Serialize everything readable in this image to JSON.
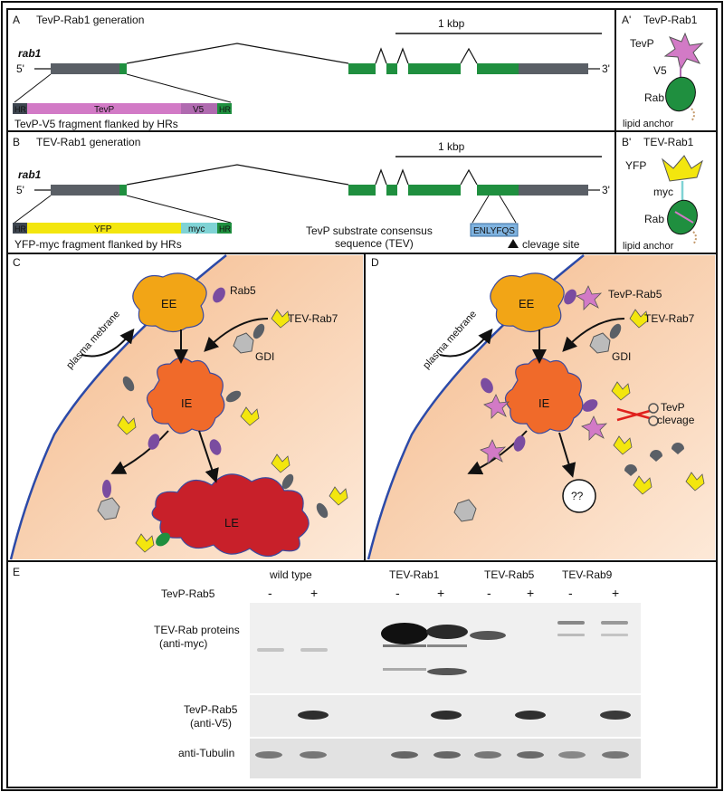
{
  "panelA": {
    "letter": "A",
    "title": "TevP-Rab1 generation",
    "gene": "rab1",
    "five": "5'",
    "three": "3'",
    "scale": "1 kbp",
    "insert": {
      "hr_left": "HR",
      "tag": "TevP",
      "tag2": "V5",
      "hr_right": "HR"
    },
    "caption": "TevP-V5 fragment flanked by HRs"
  },
  "panelA2": {
    "letter": "A'",
    "title": "TevP-Rab1",
    "tevp": "TevP",
    "v5": "V5",
    "rab": "Rab",
    "anchor": "lipid anchor"
  },
  "panelB": {
    "letter": "B",
    "title": "TEV-Rab1 generation",
    "gene": "rab1",
    "five": "5'",
    "three": "3'",
    "scale": "1 kbp",
    "insert": {
      "hr_left": "HR",
      "tag": "YFP",
      "tag2": "myc",
      "hr_right": "HR"
    },
    "caption": "YFP-myc fragment flanked by HRs",
    "substrate_line1": "TevP substrate consensus",
    "substrate_line2": "sequence (TEV)",
    "sequence": "ENLYFQS",
    "cleavage": "clevage site"
  },
  "panelB2": {
    "letter": "B'",
    "title": "TEV-Rab1",
    "yfp": "YFP",
    "myc": "myc",
    "rab": "Rab",
    "anchor": "lipid anchor"
  },
  "panelC": {
    "letter": "C",
    "membrane": "plasma mebrane",
    "ee": "EE",
    "ie": "IE",
    "le": "LE",
    "rab5": "Rab5",
    "tevrab7": "TEV-Rab7",
    "gdi": "GDI"
  },
  "panelD": {
    "letter": "D",
    "membrane": "plasma mebrane",
    "ee": "EE",
    "ie": "IE",
    "unknown": "??",
    "tevprab5": "TevP-Rab5",
    "tevrab7": "TEV-Rab7",
    "gdi": "GDI",
    "cleavage_line1": "TevP",
    "cleavage_line2": "clevage"
  },
  "panelE": {
    "letter": "E",
    "groups": [
      "wild type",
      "TEV-Rab1",
      "TEV-Rab5",
      "TEV-Rab9"
    ],
    "tevp_row": "TevP-Rab5",
    "lanes": [
      "-",
      "+",
      "-",
      "+",
      "-",
      "+",
      "-",
      "+"
    ],
    "blot1_line1": "TEV-Rab proteins",
    "blot1_line2": "(anti-myc)",
    "blot2_line1": "TevP-Rab5",
    "blot2_line2": "(anti-V5)",
    "blot3": "anti-Tubulin"
  },
  "colors": {
    "exon": "#1f8f3f",
    "utr": "#5a5f66",
    "tevp": "#d27ac6",
    "v5": "#b06ab0",
    "yfp": "#f3e60e",
    "myc": "#7fd3d5",
    "hr": "#3e4650",
    "ee": "#f2a516",
    "ie": "#f06a2a",
    "le": "#c8202a",
    "rab5": "#7a4ca0",
    "cell": "#f8d2b0",
    "membrane": "#2c4aa8",
    "scissors": "#e0201c"
  }
}
